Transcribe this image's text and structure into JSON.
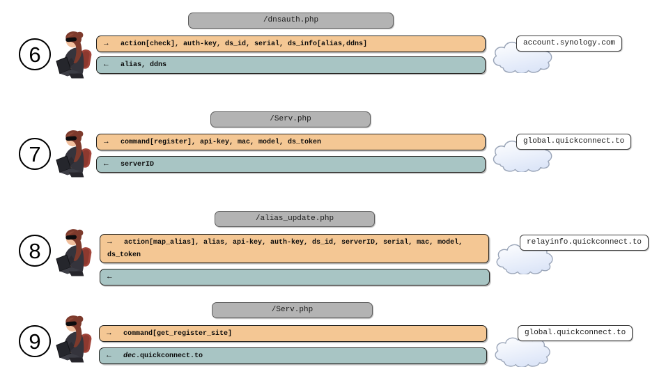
{
  "icons": {
    "request_arrow": "→",
    "response_arrow": "←",
    "hacker": "hacker-at-laptop",
    "cloud": "cloud-server"
  },
  "colors": {
    "request_fill": "#f4c794",
    "response_fill": "#a8c5c4",
    "endpoint_fill": "#b3b3b3",
    "cloud_fill": "#eaeffb",
    "cloud_border": "#9aa5b8",
    "label_fill": "#ffffff"
  },
  "rows": [
    {
      "number": "6",
      "endpoint": "/dnsauth.php",
      "request": "action[check], auth-key, ds_id, serial, ds_info[alias,ddns]",
      "response_em": "",
      "response": "alias, ddns",
      "server": "account.synology.com"
    },
    {
      "number": "7",
      "endpoint": "/Serv.php",
      "request": "command[register], api-key, mac, model, ds_token",
      "response_em": "",
      "response": "serverID",
      "server": "global.quickconnect.to"
    },
    {
      "number": "8",
      "endpoint": "/alias_update.php",
      "request": "action[map_alias], alias, api-key, auth-key, ds_id, serverID, serial, mac, model, ds_token",
      "response_em": "",
      "response": "",
      "server": "relayinfo.quickconnect.to"
    },
    {
      "number": "9",
      "endpoint": "/Serv.php",
      "request": "command[get_register_site]",
      "response_em": "dec",
      "response": ".quickconnect.to",
      "server": "global.quickconnect.to"
    }
  ]
}
